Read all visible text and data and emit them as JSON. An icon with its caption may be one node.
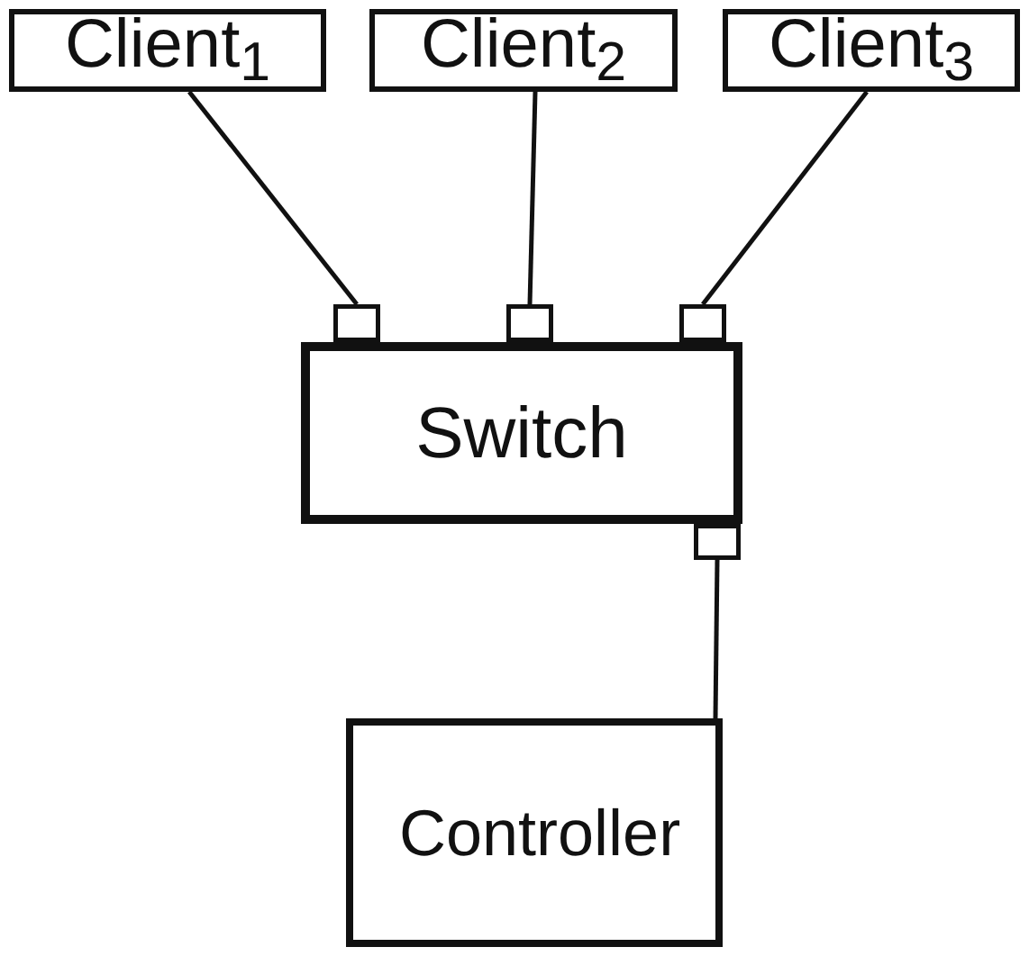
{
  "diagram": {
    "nodes": [
      {
        "text": [
          "Client$_{1}$"
        ]
      },
      {
        "text": [
          "Client$_{2}$"
        ]
      },
      {
        "text": [
          "Client$_{3}$"
        ]
      },
      {
        "text": [
          "Switch"
        ]
      },
      {
        "text": [
          "Controller"
        ]
      }
    ],
    "edges": [
      {
        "from": 0,
        "to": 3,
        "arrow": "none"
      },
      {
        "from": 1,
        "to": 3,
        "arrow": "none"
      },
      {
        "from": 2,
        "to": 3,
        "arrow": "none"
      },
      {
        "from": 3,
        "to": 4,
        "arrow": "none"
      }
    ]
  }
}
